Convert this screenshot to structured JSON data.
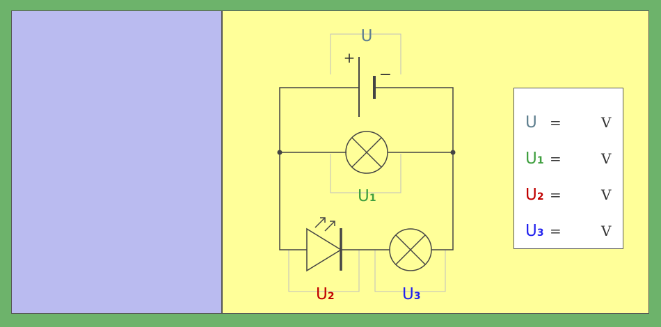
{
  "colors": {
    "background": "#6db36b",
    "left_panel": "#babbf0",
    "right_panel": "#ffff99",
    "wire": "#444444",
    "bracket": "#bfbfbf",
    "U": "#5f7f8f",
    "U1": "#3f9f3f",
    "U2": "#c00000",
    "U3": "#2222ee"
  },
  "labels": {
    "U": "U",
    "U1_main": "U",
    "U1_sub": "1",
    "U2_main": "U",
    "U2_sub": "2",
    "U3_main": "U",
    "U3_sub": "3",
    "plus": "+",
    "minus": "−"
  },
  "readout": [
    {
      "main": "U",
      "sub": "",
      "eq": "=",
      "unit": "V",
      "color_key": "U"
    },
    {
      "main": "U",
      "sub": "1",
      "eq": "=",
      "unit": "V",
      "color_key": "U1"
    },
    {
      "main": "U",
      "sub": "2",
      "eq": "=",
      "unit": "V",
      "color_key": "U2"
    },
    {
      "main": "U",
      "sub": "3",
      "eq": "=",
      "unit": "V",
      "color_key": "U3"
    }
  ]
}
